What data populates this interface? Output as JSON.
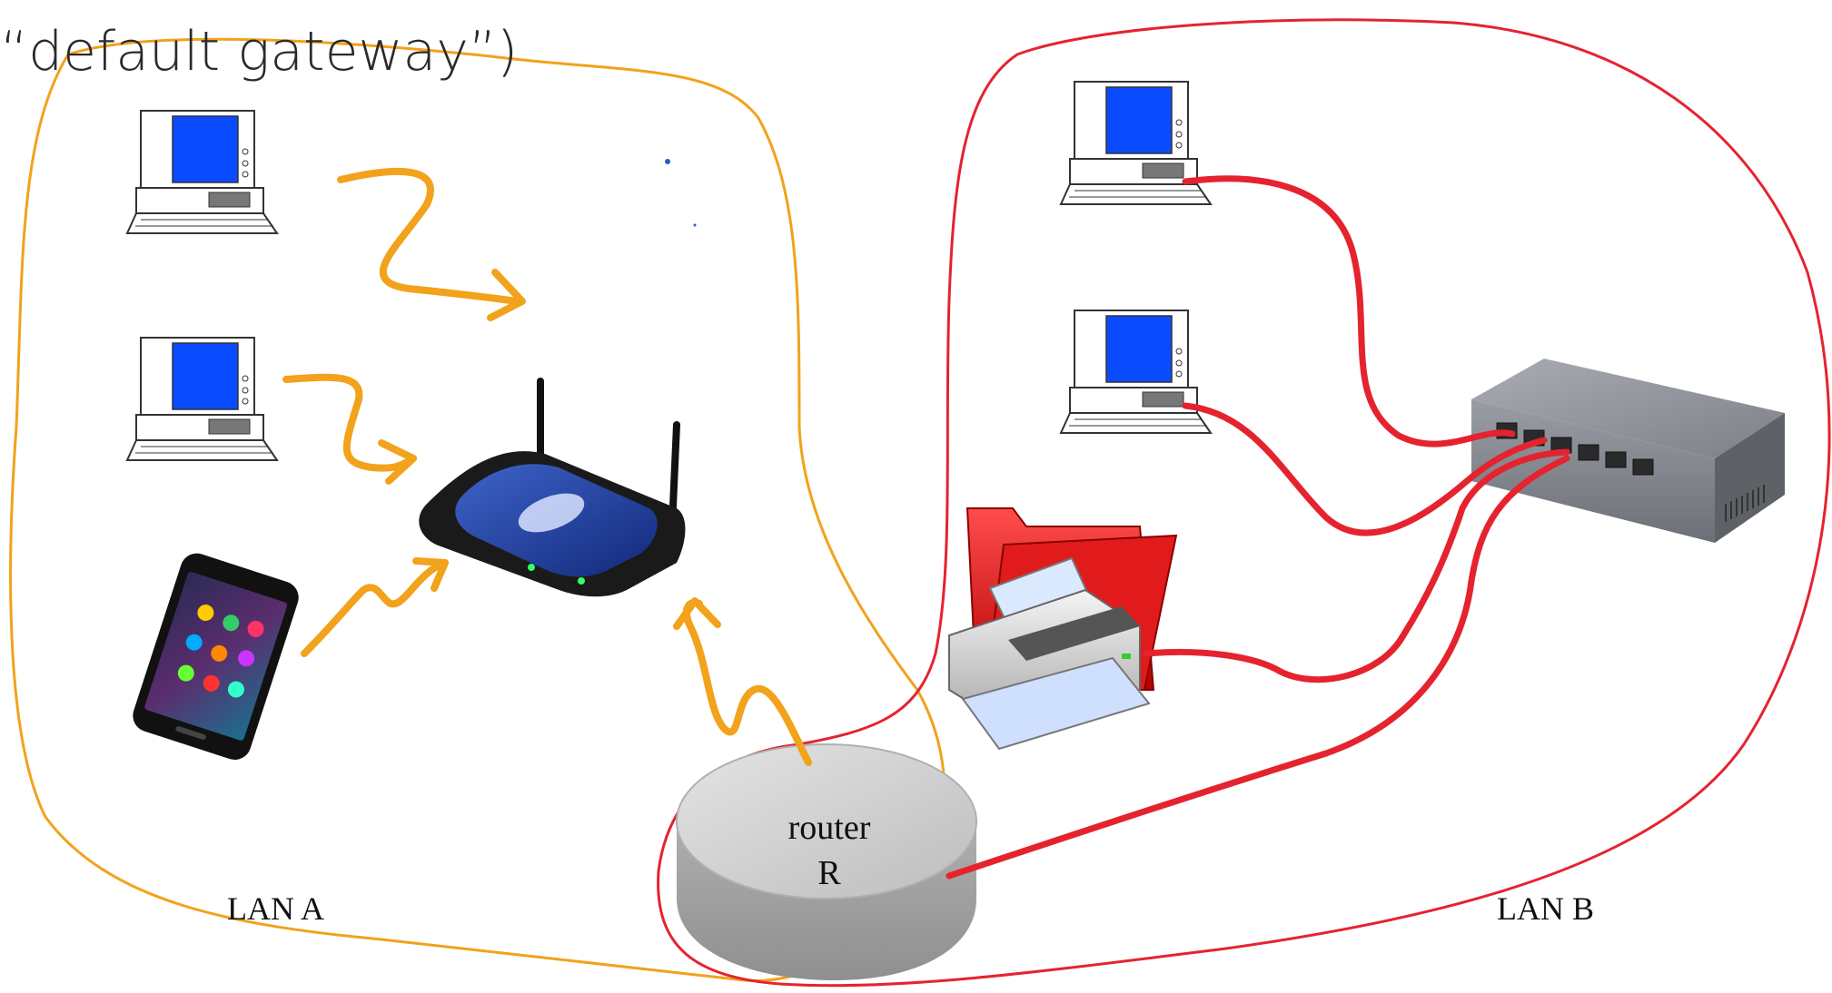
{
  "title": "“default gateway”)",
  "labels": {
    "lan_a": "LAN A",
    "lan_b": "LAN B",
    "router_line1": "router",
    "router_line2": "R"
  },
  "colors": {
    "lan_a_outline": "#f2a21b",
    "lan_b_outline": "#e5232f",
    "wireless_arrow": "#f2a21b",
    "ethernet_cable": "#e5232f",
    "screen": "#0a4bff",
    "router_body": "#c8c8c8"
  },
  "icons": [
    "computer-icon",
    "phone-icon",
    "wifi-router-icon",
    "switch-icon",
    "printer-icon",
    "folder-icon",
    "router-icon"
  ]
}
